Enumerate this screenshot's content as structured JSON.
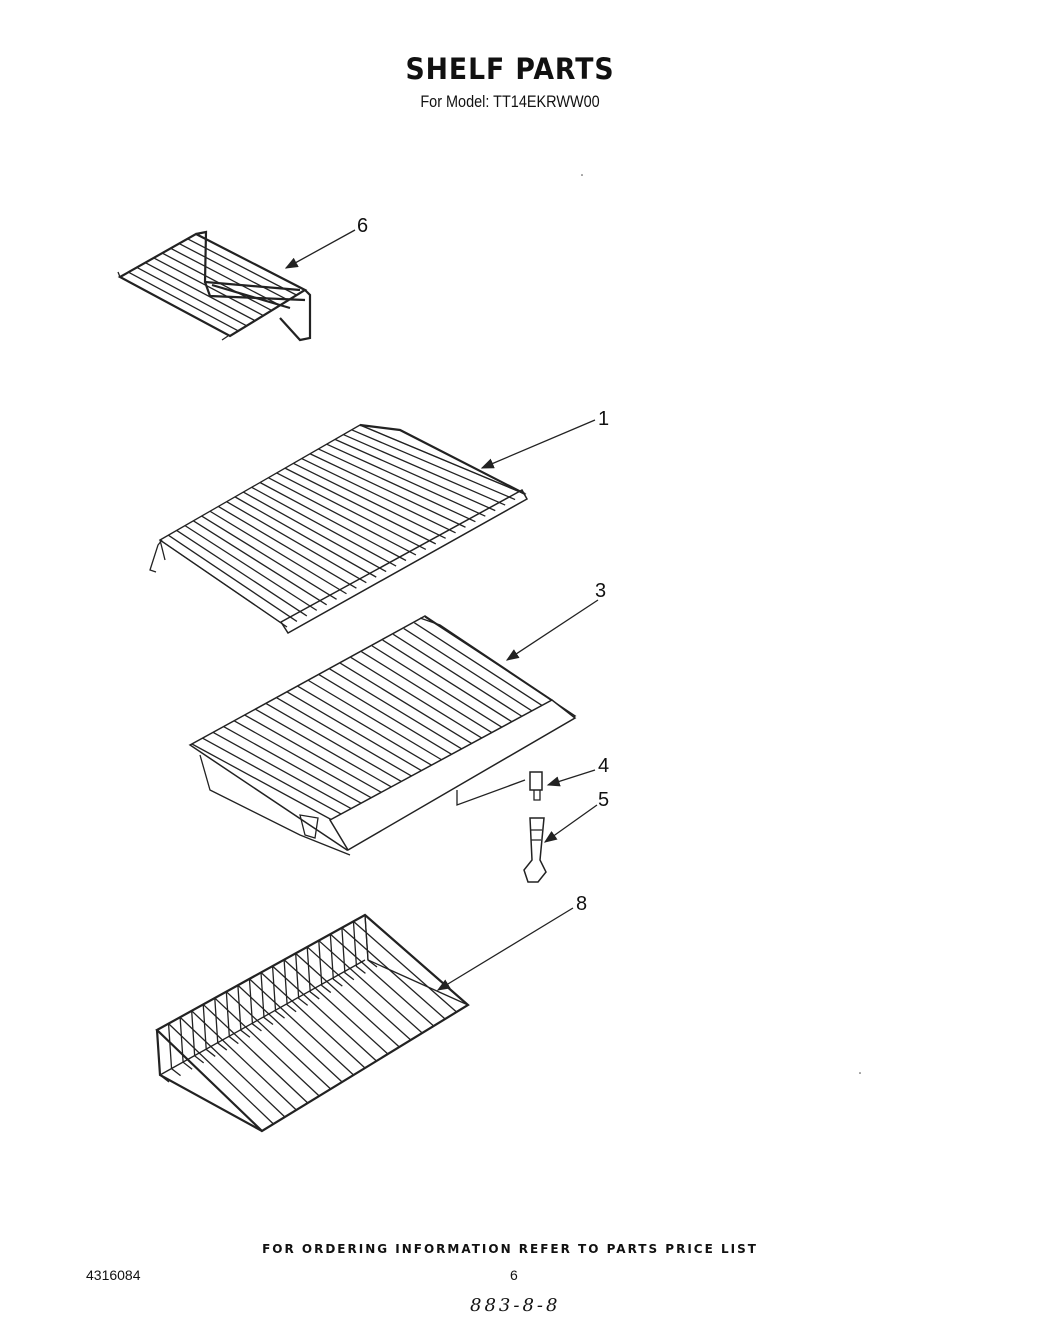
{
  "header": {
    "title": "SHELF PARTS",
    "subtitle": "For Model: TT14EKRWW00"
  },
  "callouts": {
    "part_6": "6",
    "part_1": "1",
    "part_3": "3",
    "part_4": "4",
    "part_5": "5",
    "part_8": "8"
  },
  "footer": {
    "ordering_note": "FOR ORDERING INFORMATION REFER TO PARTS PRICE LIST",
    "document_number": "4316084",
    "page_number": "6",
    "handwritten_code": "883-8-8"
  }
}
